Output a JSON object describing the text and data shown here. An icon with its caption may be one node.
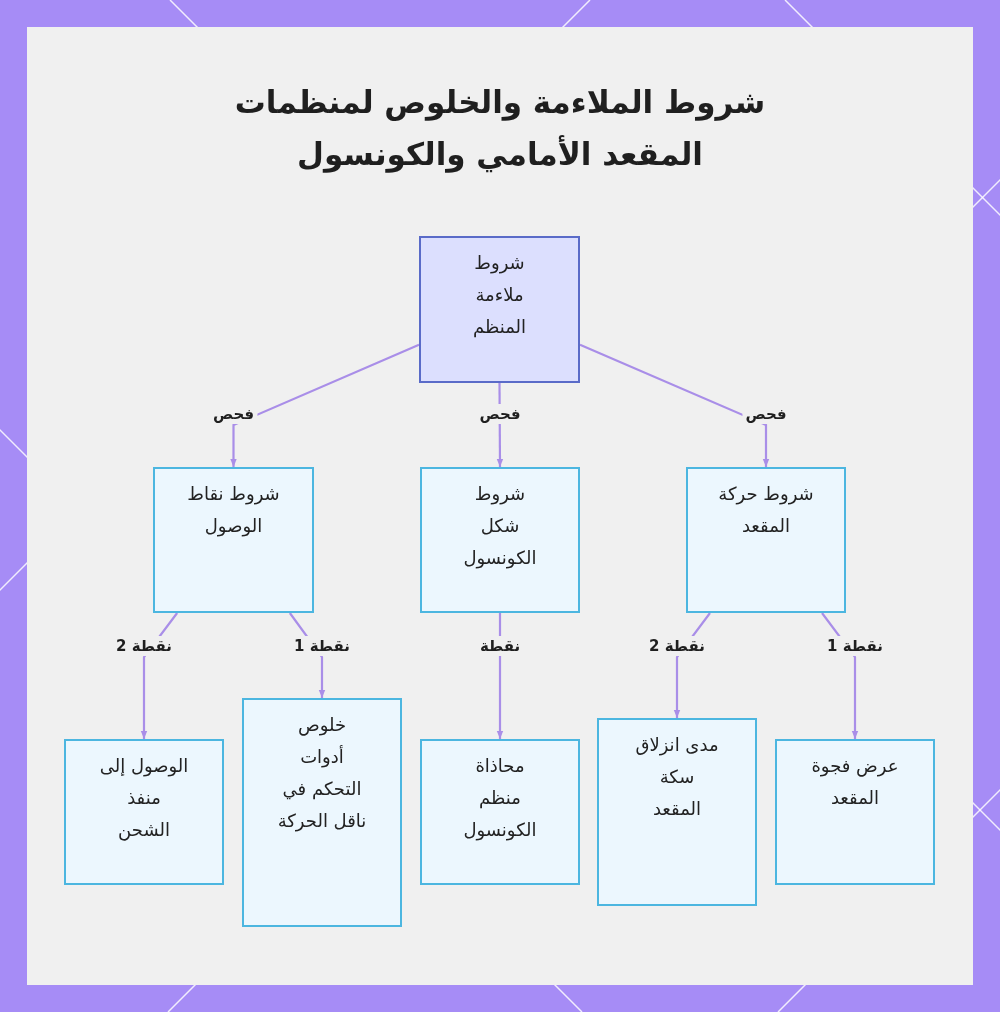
{
  "diagram": {
    "title": "شروط الملاءمة والخلوص لمنظمات المقعد الأمامي والكونسول",
    "nodes": [
      {
        "text": [
          "شروط ملاءمة المنظم"
        ]
      },
      {
        "text": [
          "شروط حركة المقعد"
        ]
      },
      {
        "text": [
          "شروط شكل الكونسول"
        ]
      },
      {
        "text": [
          "شروط نقاط الوصول"
        ]
      },
      {
        "text": [
          "عرض فجوة المقعد"
        ]
      },
      {
        "text": [
          "مدى انزلاق سكة المقعد"
        ]
      },
      {
        "text": [
          "محاذاة منظم الكونسول"
        ]
      },
      {
        "text": [
          "خلوص أدوات التحكم في ناقل الحركة"
        ]
      },
      {
        "text": [
          "الوصول إلى منفذ الشحن"
        ]
      }
    ],
    "edges": [
      {
        "from": 0,
        "to": 1,
        "arrow": "to",
        "label": "فحص"
      },
      {
        "from": 0,
        "to": 2,
        "arrow": "to",
        "label": "فحص"
      },
      {
        "from": 0,
        "to": 3,
        "arrow": "to",
        "label": "فحص"
      },
      {
        "from": 1,
        "to": 4,
        "arrow": "to",
        "label": "نقطة 1"
      },
      {
        "from": 1,
        "to": 5,
        "arrow": "to",
        "label": "نقطة 2"
      },
      {
        "from": 2,
        "to": 6,
        "arrow": "to",
        "label": "نقطة"
      },
      {
        "from": 3,
        "to": 7,
        "arrow": "to",
        "label": "نقطة 1"
      },
      {
        "from": 3,
        "to": 8,
        "arrow": "to",
        "label": "نقطة 2"
      }
    ]
  }
}
